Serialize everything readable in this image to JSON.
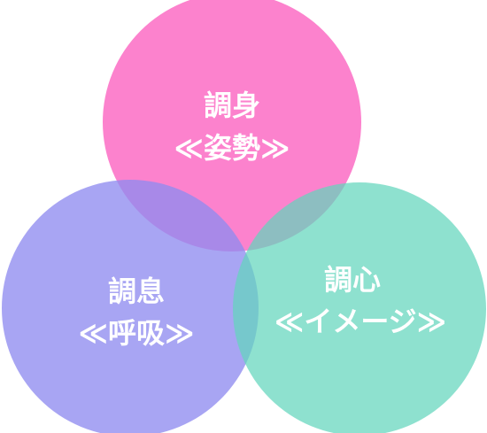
{
  "circles": {
    "top": {
      "title": "調身",
      "subtitle": "≪姿勢≫",
      "color": "#fb5fbf"
    },
    "left": {
      "title": "調息",
      "subtitle": "≪呼吸≫",
      "color": "#8f8cf0"
    },
    "right": {
      "title": "調心",
      "subtitle": "≪イメージ≫",
      "color": "#62d5bc"
    }
  }
}
